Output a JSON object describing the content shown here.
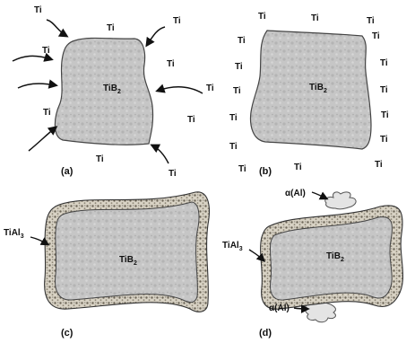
{
  "panels": [
    {
      "id": "a",
      "caption": "(a)",
      "core_label": "TiB",
      "core_sub": "2",
      "ti_atoms": [
        "Ti",
        "Ti",
        "Ti",
        "Ti",
        "Ti",
        "Ti",
        "Ti",
        "Ti",
        "Ti",
        "Ti"
      ]
    },
    {
      "id": "b",
      "caption": "(b)",
      "core_label": "TiB",
      "core_sub": "2",
      "ti_atoms": [
        "Ti",
        "Ti",
        "Ti",
        "Ti",
        "Ti",
        "Ti",
        "Ti",
        "Ti",
        "Ti",
        "Ti",
        "Ti",
        "Ti",
        "Ti",
        "Ti",
        "Ti",
        "Ti"
      ]
    },
    {
      "id": "c",
      "caption": "(c)",
      "core_label": "TiB",
      "core_sub": "2",
      "shell_label": "TiAl",
      "shell_sub": "3"
    },
    {
      "id": "d",
      "caption": "(d)",
      "core_label": "TiB",
      "core_sub": "2",
      "shell_label": "TiAl",
      "shell_sub": "3",
      "phase_label_top": "α(Al)",
      "phase_label_bottom": "α(Al)"
    }
  ],
  "colors": {
    "particle_fill": "#c4c4c4",
    "particle_stroke": "#444444",
    "shell_fill": "#b9b2a4",
    "text": "#111111"
  }
}
